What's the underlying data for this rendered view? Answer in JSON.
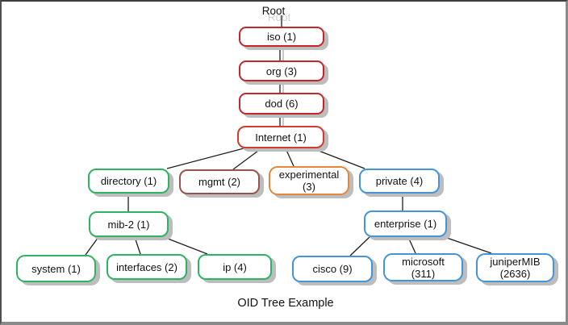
{
  "diagram_title": "OID Tree Example",
  "root_label": "Root",
  "palette": {
    "red": "#c4262b",
    "bright_red": "#d23b31",
    "maroon": "#95544c",
    "green": "#2fb363",
    "orange": "#e2873c",
    "blue": "#4494d8",
    "shadow": "#bdbdbd",
    "line_color": "#1c1c1c",
    "line_shadow": "#c9c9c9",
    "ghost_text": "#d0d0d0"
  },
  "nodes": [
    {
      "id": "iso",
      "lines": [
        "iso (1)"
      ],
      "color": "red"
    },
    {
      "id": "org",
      "lines": [
        "org (3)"
      ],
      "color": "red"
    },
    {
      "id": "dod",
      "lines": [
        "dod (6)"
      ],
      "color": "red"
    },
    {
      "id": "internet",
      "lines": [
        "Internet (1)"
      ],
      "color": "bright_red"
    },
    {
      "id": "directory",
      "lines": [
        "directory (1)"
      ],
      "color": "green"
    },
    {
      "id": "mgmt",
      "lines": [
        "mgmt (2)"
      ],
      "color": "maroon"
    },
    {
      "id": "experimental",
      "lines": [
        "experimental",
        "(3)"
      ],
      "color": "orange"
    },
    {
      "id": "private",
      "lines": [
        "private (4)"
      ],
      "color": "blue"
    },
    {
      "id": "mib2",
      "lines": [
        "mib-2 (1)"
      ],
      "color": "green"
    },
    {
      "id": "enterprise",
      "lines": [
        "enterprise (1)"
      ],
      "color": "blue"
    },
    {
      "id": "system",
      "lines": [
        "system (1)"
      ],
      "color": "green"
    },
    {
      "id": "interfaces",
      "lines": [
        "interfaces (2)"
      ],
      "color": "green"
    },
    {
      "id": "ip",
      "lines": [
        "ip (4)"
      ],
      "color": "green"
    },
    {
      "id": "cisco",
      "lines": [
        "cisco (9)"
      ],
      "color": "blue"
    },
    {
      "id": "microsoft",
      "lines": [
        "microsoft",
        "(311)"
      ],
      "color": "blue"
    },
    {
      "id": "junipermib",
      "lines": [
        "juniperMIB",
        "(2636)"
      ],
      "color": "blue"
    }
  ],
  "edges": [
    {
      "from": "root",
      "to": "iso"
    },
    {
      "from": "iso",
      "to": "org"
    },
    {
      "from": "org",
      "to": "dod"
    },
    {
      "from": "dod",
      "to": "internet"
    },
    {
      "from": "internet",
      "to": "directory"
    },
    {
      "from": "internet",
      "to": "mgmt"
    },
    {
      "from": "internet",
      "to": "experimental"
    },
    {
      "from": "internet",
      "to": "private"
    },
    {
      "from": "directory",
      "to": "mib2"
    },
    {
      "from": "mib2",
      "to": "system"
    },
    {
      "from": "mib2",
      "to": "interfaces"
    },
    {
      "from": "mib2",
      "to": "ip"
    },
    {
      "from": "private",
      "to": "enterprise"
    },
    {
      "from": "enterprise",
      "to": "cisco"
    },
    {
      "from": "enterprise",
      "to": "microsoft"
    },
    {
      "from": "enterprise",
      "to": "junipermib"
    }
  ]
}
